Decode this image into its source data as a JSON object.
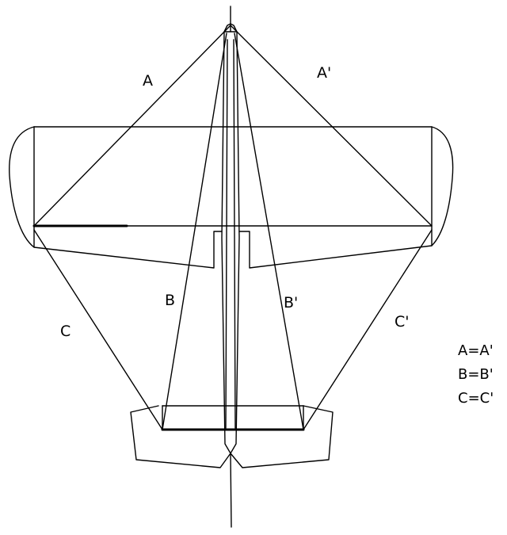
{
  "diagram": {
    "labels": {
      "a": "A",
      "a_prime": "A'",
      "b": "B",
      "b_prime": "B'",
      "c": "C",
      "c_prime": "C'"
    },
    "legend": [
      "A=A'",
      "B=B'",
      "C=C'"
    ]
  }
}
